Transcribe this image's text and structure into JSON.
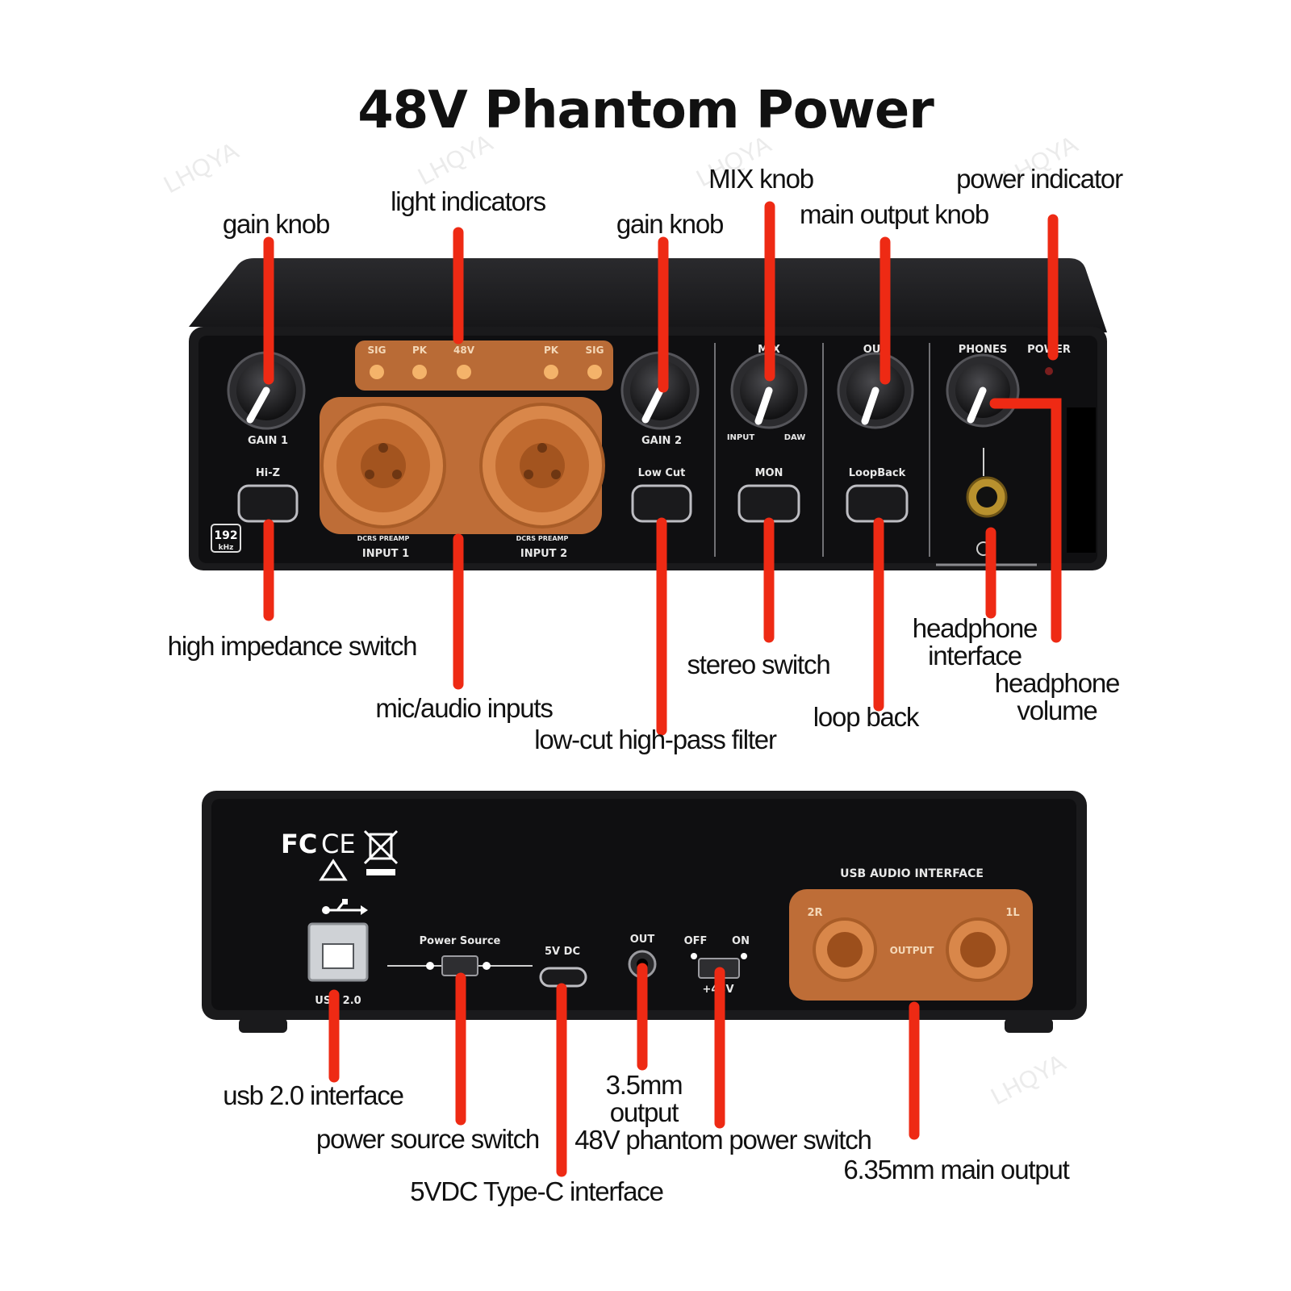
{
  "title": "48V Phantom Power",
  "watermark": "LHQYA",
  "colors": {
    "leader": "#ee2a14",
    "device_body": "#1c1c1e",
    "panel": "#111113",
    "orange_overlay": "#c8733a",
    "led": "#f4b36a"
  },
  "front_panel": {
    "led_labels": [
      "SIG",
      "PK",
      "48V",
      "PK",
      "SIG"
    ],
    "gain1": "GAIN 1",
    "gain2": "GAIN 2",
    "hiz": "Hi-Z",
    "input1": "INPUT 1",
    "input2": "INPUT 2",
    "preamp": "DCRS PREAMP",
    "low_cut": "Low Cut",
    "mon": "MON",
    "input_left": "INPUT",
    "daw": "DAW",
    "loopback": "LoopBack",
    "phones": "PHONES",
    "power": "POWER",
    "badge_top": "192",
    "badge_bottom": "kHz",
    "mix_partial": "MIX",
    "out_partial": "OUT"
  },
  "back_panel": {
    "usb_label": "USB 2.0",
    "power_source": "Power Source",
    "dc": "5V DC",
    "out": "OUT",
    "off": "OFF",
    "on": "ON",
    "phantom": "+48V",
    "usb_audio": "USB AUDIO INTERFACE",
    "ch_2r": "2R",
    "ch_1l": "1L",
    "output": "OUTPUT",
    "fc": "FC",
    "ce": "CE"
  },
  "callouts": {
    "gain_knob_1": "gain knob",
    "light_indicators": "light indicators",
    "gain_knob_2": "gain knob",
    "mix_knob": "MIX knob",
    "main_output_knob": "main output knob",
    "power_indicator": "power indicator",
    "high_impedance_switch": "high impedance switch",
    "mic_audio_inputs": "mic/audio inputs",
    "low_cut_filter": "low-cut high-pass filter",
    "stereo_switch": "stereo switch",
    "loop_back": "loop back",
    "headphone_interface_1": "headphone",
    "headphone_interface_2": "interface",
    "headphone_volume_1": "headphone",
    "headphone_volume_2": "volume",
    "usb_interface": "usb 2.0 interface",
    "power_source_switch": "power source switch",
    "typec": "5VDC Type-C interface",
    "out_35_1": "3.5mm",
    "out_35_2": "output",
    "phantom_switch": "48V phantom power switch",
    "main_output_635": "6.35mm main output"
  }
}
